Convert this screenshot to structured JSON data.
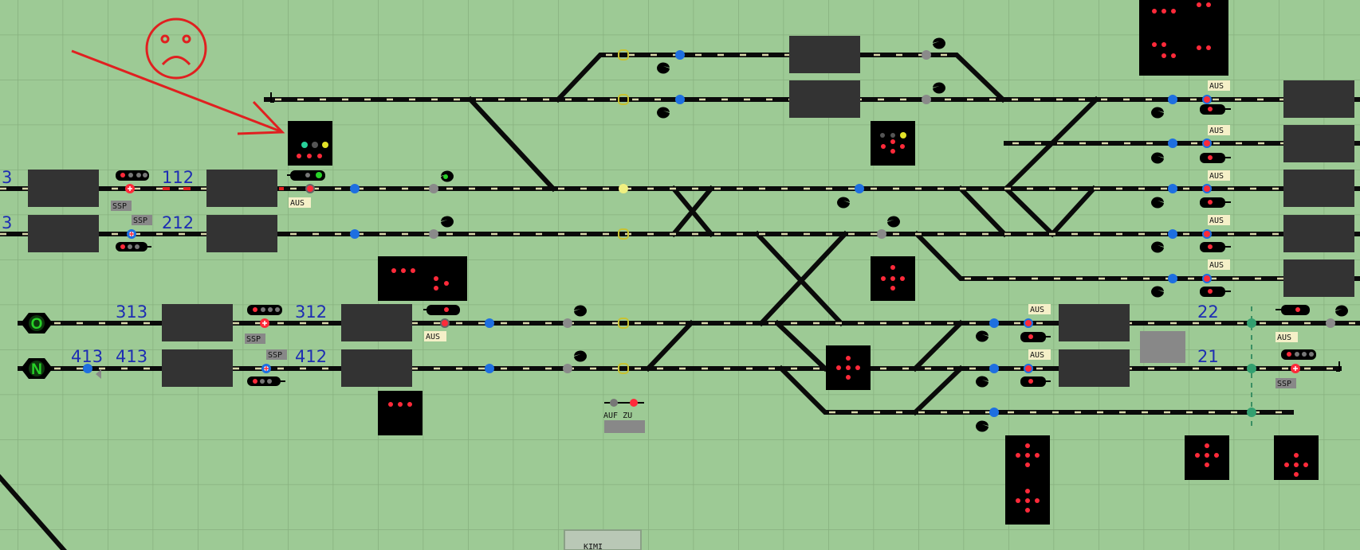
{
  "track_labels": {
    "t112": "112",
    "t212": "212",
    "t313": "313",
    "t312": "312",
    "t413a": "413",
    "t413b": "413",
    "t412": "412",
    "t22": "22",
    "t21": "21",
    "t3a": "3",
    "t3b": "3"
  },
  "tags": {
    "ssp": "SSP",
    "aus": "AUS",
    "auf_zu": "AUF ZU",
    "bottom": "KIMI"
  },
  "direction_letters": {
    "o": "O",
    "n": "N"
  },
  "colors": {
    "background": "#9dca95",
    "grid": "#8ab381",
    "track": "#0a0a0a",
    "track_segment": "#d8d8a0",
    "panel": "#333333",
    "blue_marker": "#1e6fe0",
    "red_lamp": "#ff2a3a",
    "green_lamp": "#28d128",
    "annotation_red": "#e02020"
  },
  "annotation": {
    "face": "sad-face",
    "arrow": "arrow-to-signal-box"
  }
}
